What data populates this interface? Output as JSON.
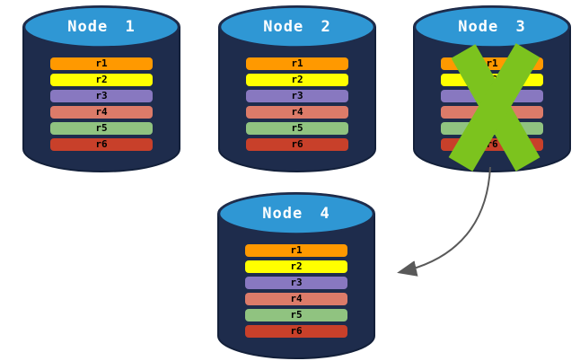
{
  "nodes": [
    {
      "title": "Node 1",
      "failed": false
    },
    {
      "title": "Node 2",
      "failed": false
    },
    {
      "title": "Node 3",
      "failed": true
    },
    {
      "title": "Node 4",
      "failed": false
    }
  ],
  "records": [
    {
      "label": "r1",
      "color": "#FF9900"
    },
    {
      "label": "r2",
      "color": "#FFFF00"
    },
    {
      "label": "r3",
      "color": "#8878C0"
    },
    {
      "label": "r4",
      "color": "#DC7B69"
    },
    {
      "label": "r5",
      "color": "#90C380"
    },
    {
      "label": "r6",
      "color": "#C8402A"
    }
  ],
  "colors": {
    "cylinder_body": "#1E2C4C",
    "cylinder_outline": "#13203A",
    "cylinder_top": "#2F97D4",
    "failure_cross": "#7CC31E",
    "arrow": "#595959",
    "record_text": "#000000",
    "title_text": "#FFFFFF",
    "background": "#FFFFFF"
  }
}
